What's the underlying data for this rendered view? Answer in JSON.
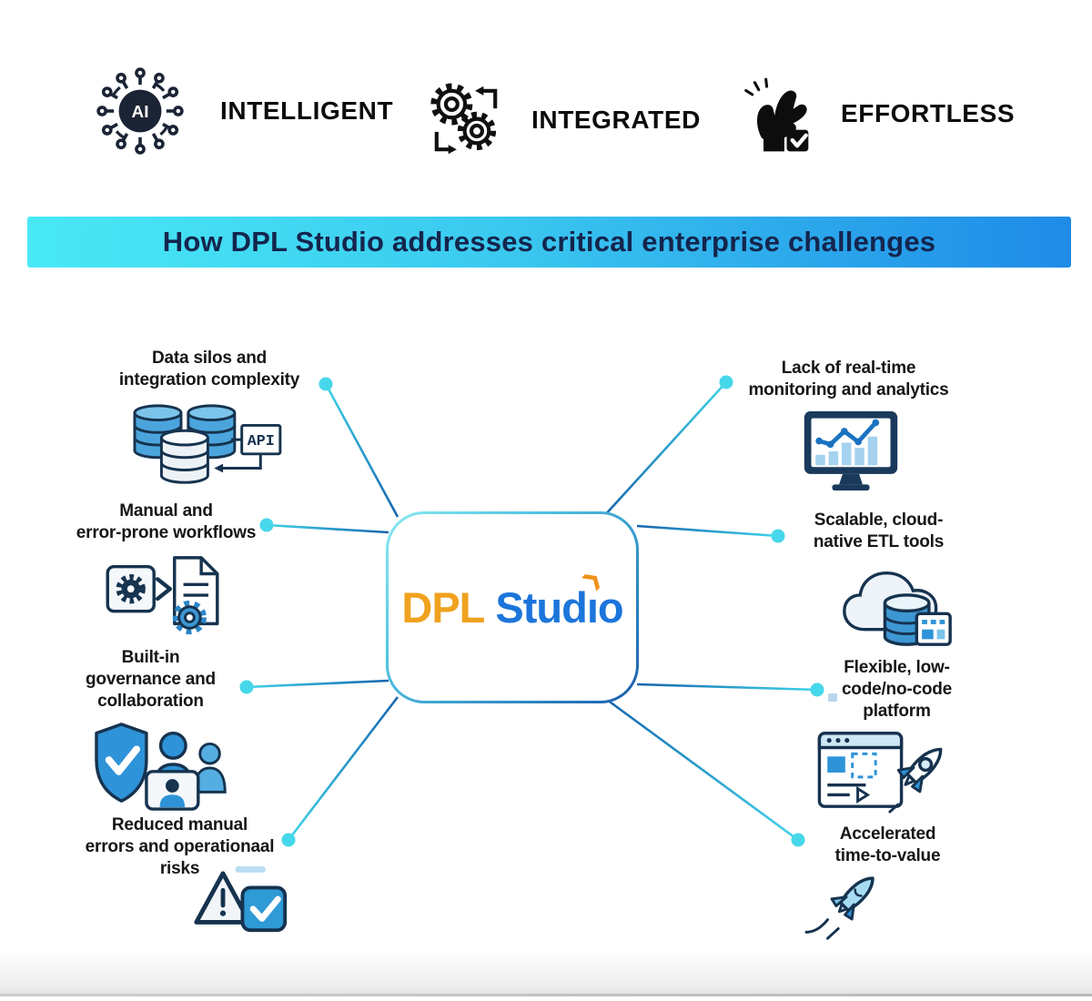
{
  "top_badges": [
    {
      "icon": "ai-circuit-icon",
      "icon_text": "AI",
      "label": "INTELLIGENT"
    },
    {
      "icon": "gears-sync-icon",
      "label": "INTEGRATED"
    },
    {
      "icon": "snap-fingers-icon",
      "label": "EFFORTLESS"
    }
  ],
  "banner": {
    "title": "How DPL Studio addresses critical enterprise challenges",
    "gradient_left": "#49E9F5",
    "gradient_right": "#1F8BE8",
    "text_color": "#14254D"
  },
  "center": {
    "logo_dpl": "DPL",
    "logo_studio_stem": "Stud",
    "logo_studio_i": "ı",
    "logo_studio_o": "o",
    "logo_i_accent": "❯",
    "dpl_color": "#F0A21F",
    "studio_color": "#1C75DB"
  },
  "challenges": {
    "left": [
      {
        "label": "Data silos and\nintegration complexity",
        "icon": "database-api-icon",
        "icon_text": "API"
      },
      {
        "label": "Manual and\nerror-prone workflows",
        "icon": "workflow-gears-icon"
      },
      {
        "label": "Built-in\ngovernance and\ncollaboration",
        "icon": "shield-collaboration-icon"
      },
      {
        "label": "Reduced manual\nerrors and operationaal\nrisks",
        "icon": "warning-check-icon"
      }
    ],
    "right": [
      {
        "label": "Lack of real-time\nmonitoring and analytics",
        "icon": "monitor-analytics-icon"
      },
      {
        "label": "Scalable, cloud-\nnative ETL tools",
        "icon": "cloud-database-icon"
      },
      {
        "label": "Flexible, low-\ncode/no-code\nplatform",
        "icon": "lowcode-rocket-icon"
      },
      {
        "label": "Accelerated\ntime-to-value",
        "icon": "rocket-icon"
      }
    ]
  },
  "colors": {
    "accent_cyan": "#47D7EA",
    "line_blue": "#1966B1",
    "icon_blue": "#2E93D8",
    "icon_light_blue": "#A5D2EE",
    "icon_dark": "#16334F"
  }
}
